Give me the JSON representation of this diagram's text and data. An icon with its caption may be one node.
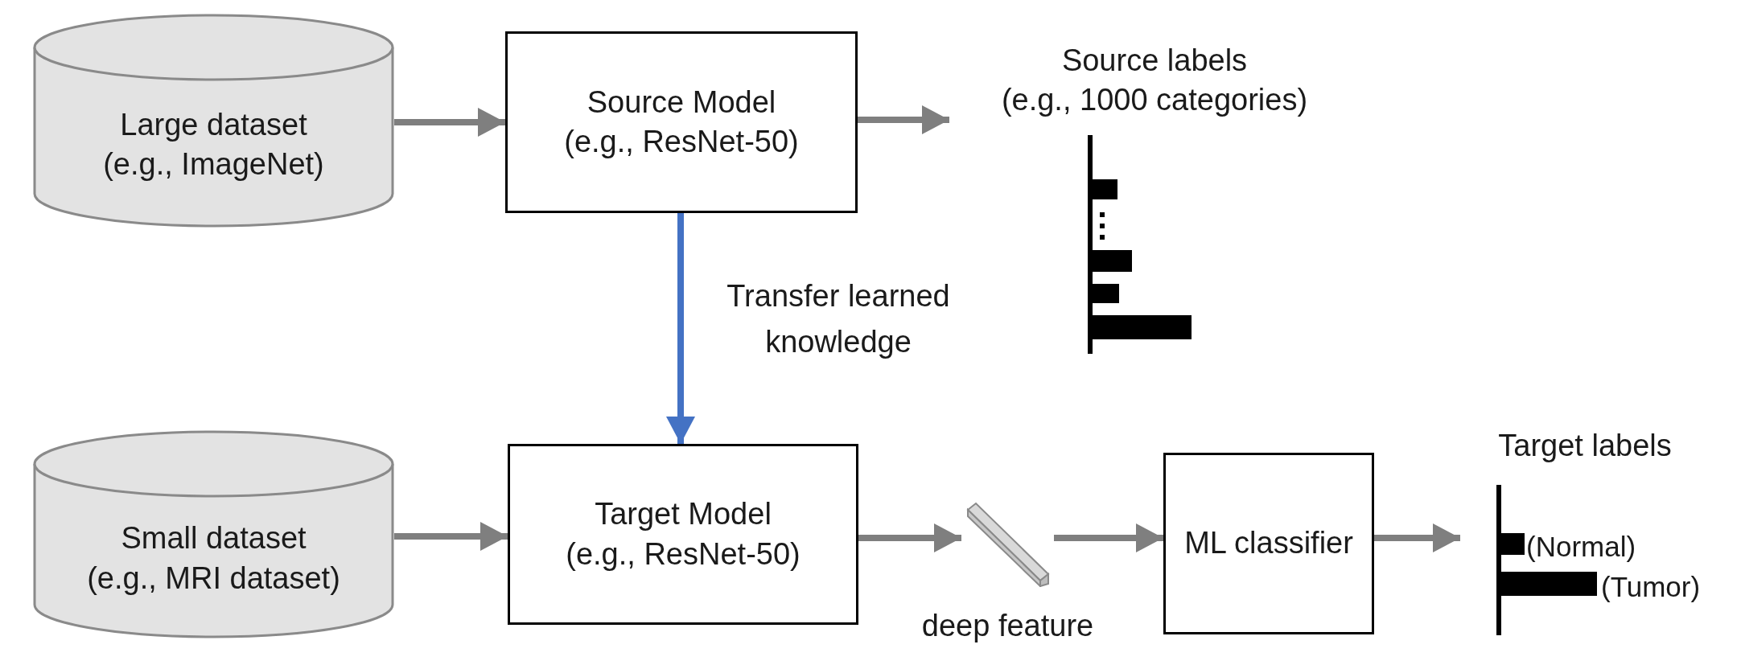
{
  "diagram": {
    "nodes": [
      {
        "text": [
          "Large dataset",
          "(e.g., ImageNet)"
        ]
      },
      {
        "text": [
          "Source Model",
          "(e.g., ResNet-50)"
        ]
      },
      {
        "text": [
          "Source labels",
          "(e.g., 1000 categories)"
        ]
      },
      {
        "text": [
          "Small dataset",
          "(e.g., MRI dataset)"
        ]
      },
      {
        "text": [
          "Target Model",
          "(e.g., ResNet-50)"
        ]
      },
      {
        "text": [],
        "shape": "picture",
        "beside": [
          "deep feature"
        ]
      },
      {
        "text": [
          "ML classifier"
        ]
      },
      {
        "text": [
          "Target labels"
        ]
      }
    ],
    "edges": [
      {
        "from": 0,
        "to": 1,
        "arrow": "to"
      },
      {
        "from": 1,
        "to": 2,
        "arrow": "to"
      },
      {
        "from": 1,
        "to": 4,
        "arrow": "to",
        "label": "Transfer learned knowledge",
        "color": "#4472c4"
      },
      {
        "from": 3,
        "to": 4,
        "arrow": "to"
      },
      {
        "from": 4,
        "to": 5,
        "arrow": "to"
      },
      {
        "from": 5,
        "to": 6,
        "arrow": "to"
      },
      {
        "from": 6,
        "to": 7,
        "arrow": "to"
      }
    ],
    "labels": [
      "(Normal)",
      "(Tumor)"
    ]
  }
}
